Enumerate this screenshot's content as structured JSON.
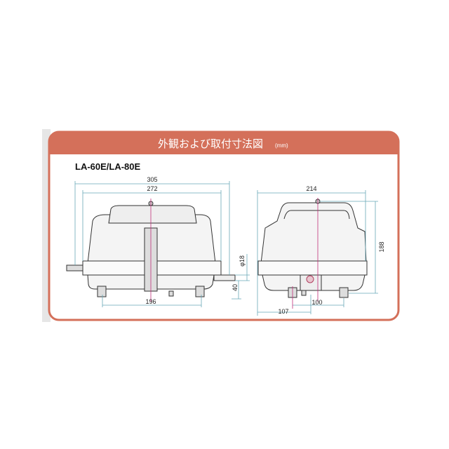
{
  "header": {
    "title": "外観および取付寸法図",
    "unit": "(mm)"
  },
  "model": "LA-60E/LA-80E",
  "front_view": {
    "overall_width": "305",
    "body_width": "272",
    "foot_spacing": "196",
    "outlet_diameter": "φ18",
    "outlet_height": "40"
  },
  "side_view": {
    "overall_depth": "214",
    "height": "188",
    "foot_spacing": "100",
    "outlet_offset": "107"
  },
  "colors": {
    "header": "#d4705a",
    "frame": "#d4705a",
    "dimension_line": "#6aa9b8",
    "center_line": "#c0307a",
    "body_outline": "#333333",
    "body_fill": "#f4f4f4"
  }
}
